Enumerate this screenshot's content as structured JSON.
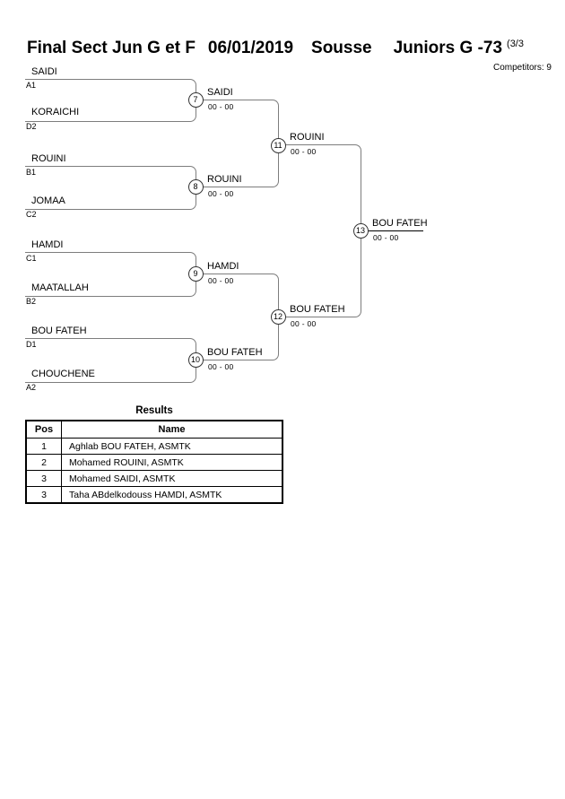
{
  "header": {
    "title_event": "Final Sect Jun G et F",
    "title_date": "06/01/2019",
    "title_city": "Sousse",
    "title_category": "Juniors G -73",
    "title_page": "(3/3",
    "competitors": "Competitors: 9"
  },
  "bracket": {
    "round1": [
      {
        "match": "7",
        "top_name": "SAIDI",
        "top_seed": "A1",
        "bottom_name": "KORAICHI",
        "bottom_seed": "D2",
        "winner": "SAIDI",
        "score": "00 - 00"
      },
      {
        "match": "8",
        "top_name": "ROUINI",
        "top_seed": "B1",
        "bottom_name": "JOMAA",
        "bottom_seed": "C2",
        "winner": "ROUINI",
        "score": "00 - 00"
      },
      {
        "match": "9",
        "top_name": "HAMDI",
        "top_seed": "C1",
        "bottom_name": "MAATALLAH",
        "bottom_seed": "B2",
        "winner": "HAMDI",
        "score": "00 - 00"
      },
      {
        "match": "10",
        "top_name": "BOU FATEH",
        "top_seed": "D1",
        "bottom_name": "CHOUCHENE",
        "bottom_seed": "A2",
        "winner": "BOU FATEH",
        "score": "00 - 00"
      }
    ],
    "semifinals": [
      {
        "match": "11",
        "winner": "ROUINI",
        "score": "00 - 00"
      },
      {
        "match": "12",
        "winner": "BOU FATEH",
        "score": "00 - 00"
      }
    ],
    "final": {
      "match": "13",
      "winner": "BOU FATEH",
      "score": "00 - 00"
    }
  },
  "results": {
    "title": "Results",
    "columns": {
      "pos": "Pos",
      "name": "Name"
    },
    "rows": [
      {
        "pos": "1",
        "name": "Aghlab BOU FATEH, ASMTK"
      },
      {
        "pos": "2",
        "name": "Mohamed ROUINI, ASMTK"
      },
      {
        "pos": "3",
        "name": "Mohamed SAIDI, ASMTK"
      },
      {
        "pos": "3",
        "name": "Taha ABdelkodouss HAMDI, ASMTK"
      }
    ]
  },
  "colors": {
    "bracket_line": "#7d7d7d",
    "final_line": "#000000",
    "text": "#000000",
    "background": "#ffffff"
  }
}
